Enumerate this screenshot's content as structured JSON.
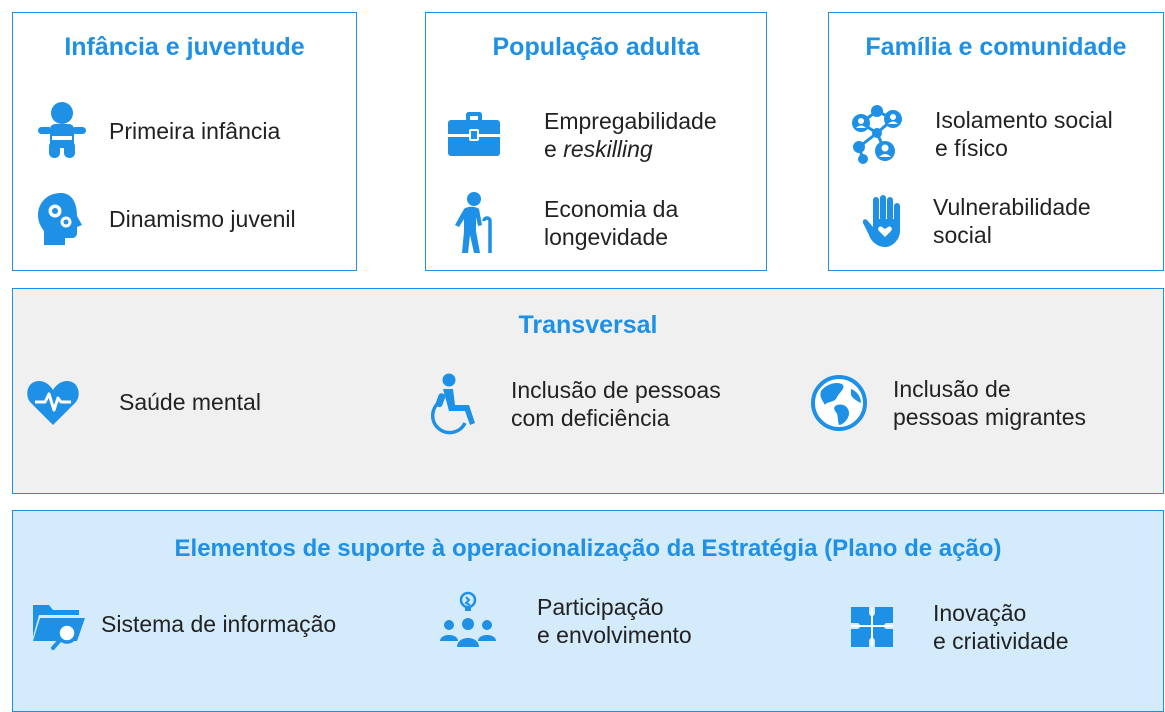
{
  "colors": {
    "accent": "#1e90e6",
    "transversal_bg": "#f0f0f0",
    "support_bg": "#d4ebfb"
  },
  "boxes": {
    "childhood": {
      "title": "Infância e juventude",
      "items": [
        {
          "label": "Primeira infância",
          "icon": "baby-icon"
        },
        {
          "label": "Dinamismo juvenil",
          "icon": "head-gears-icon"
        }
      ]
    },
    "adult": {
      "title": "População adulta",
      "items": [
        {
          "line1": "Empregabilidade",
          "line2_prefix": "e ",
          "line2_italic": "reskilling",
          "icon": "briefcase-icon"
        },
        {
          "line1": "Economia da",
          "line2": "longevidade",
          "icon": "elderly-person-icon"
        }
      ]
    },
    "family": {
      "title": "Família e comunidade",
      "items": [
        {
          "line1": "Isolamento social",
          "line2": "e físico",
          "icon": "network-people-icon"
        },
        {
          "line1": "Vulnerabilidade",
          "line2": "social",
          "icon": "hand-heart-icon"
        }
      ]
    },
    "transversal": {
      "title": "Transversal",
      "items": [
        {
          "label": "Saúde mental",
          "icon": "heart-pulse-icon"
        },
        {
          "line1": "Inclusão de pessoas",
          "line2": "com deficiência",
          "icon": "wheelchair-icon"
        },
        {
          "line1": "Inclusão de",
          "line2": "pessoas migrantes",
          "icon": "globe-icon"
        }
      ]
    },
    "support": {
      "title": "Elementos de suporte à operacionalização da Estratégia (Plano de ação)",
      "items": [
        {
          "label": "Sistema de informação",
          "icon": "folder-search-icon"
        },
        {
          "line1": "Participação",
          "line2": "e envolvimento",
          "icon": "group-idea-icon"
        },
        {
          "line1": "Inovação",
          "line2": "e criatividade",
          "icon": "puzzle-icon"
        }
      ]
    }
  }
}
